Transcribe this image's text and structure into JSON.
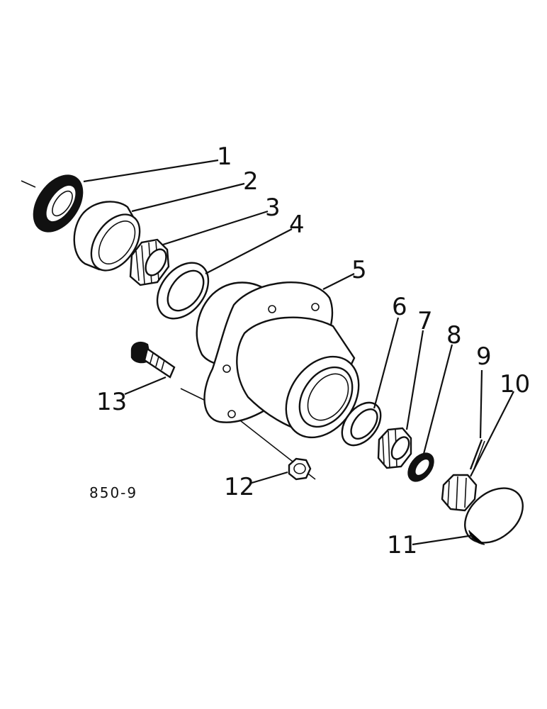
{
  "figure_code": "850-9",
  "callouts": [
    {
      "id": "1",
      "text": "1"
    },
    {
      "id": "2",
      "text": "2"
    },
    {
      "id": "3",
      "text": "3"
    },
    {
      "id": "4",
      "text": "4"
    },
    {
      "id": "5",
      "text": "5"
    },
    {
      "id": "6",
      "text": "6"
    },
    {
      "id": "7",
      "text": "7"
    },
    {
      "id": "8",
      "text": "8"
    },
    {
      "id": "9",
      "text": "9"
    },
    {
      "id": "10",
      "text": "10"
    },
    {
      "id": "11",
      "text": "11"
    },
    {
      "id": "12",
      "text": "12"
    },
    {
      "id": "13",
      "text": "13"
    }
  ]
}
